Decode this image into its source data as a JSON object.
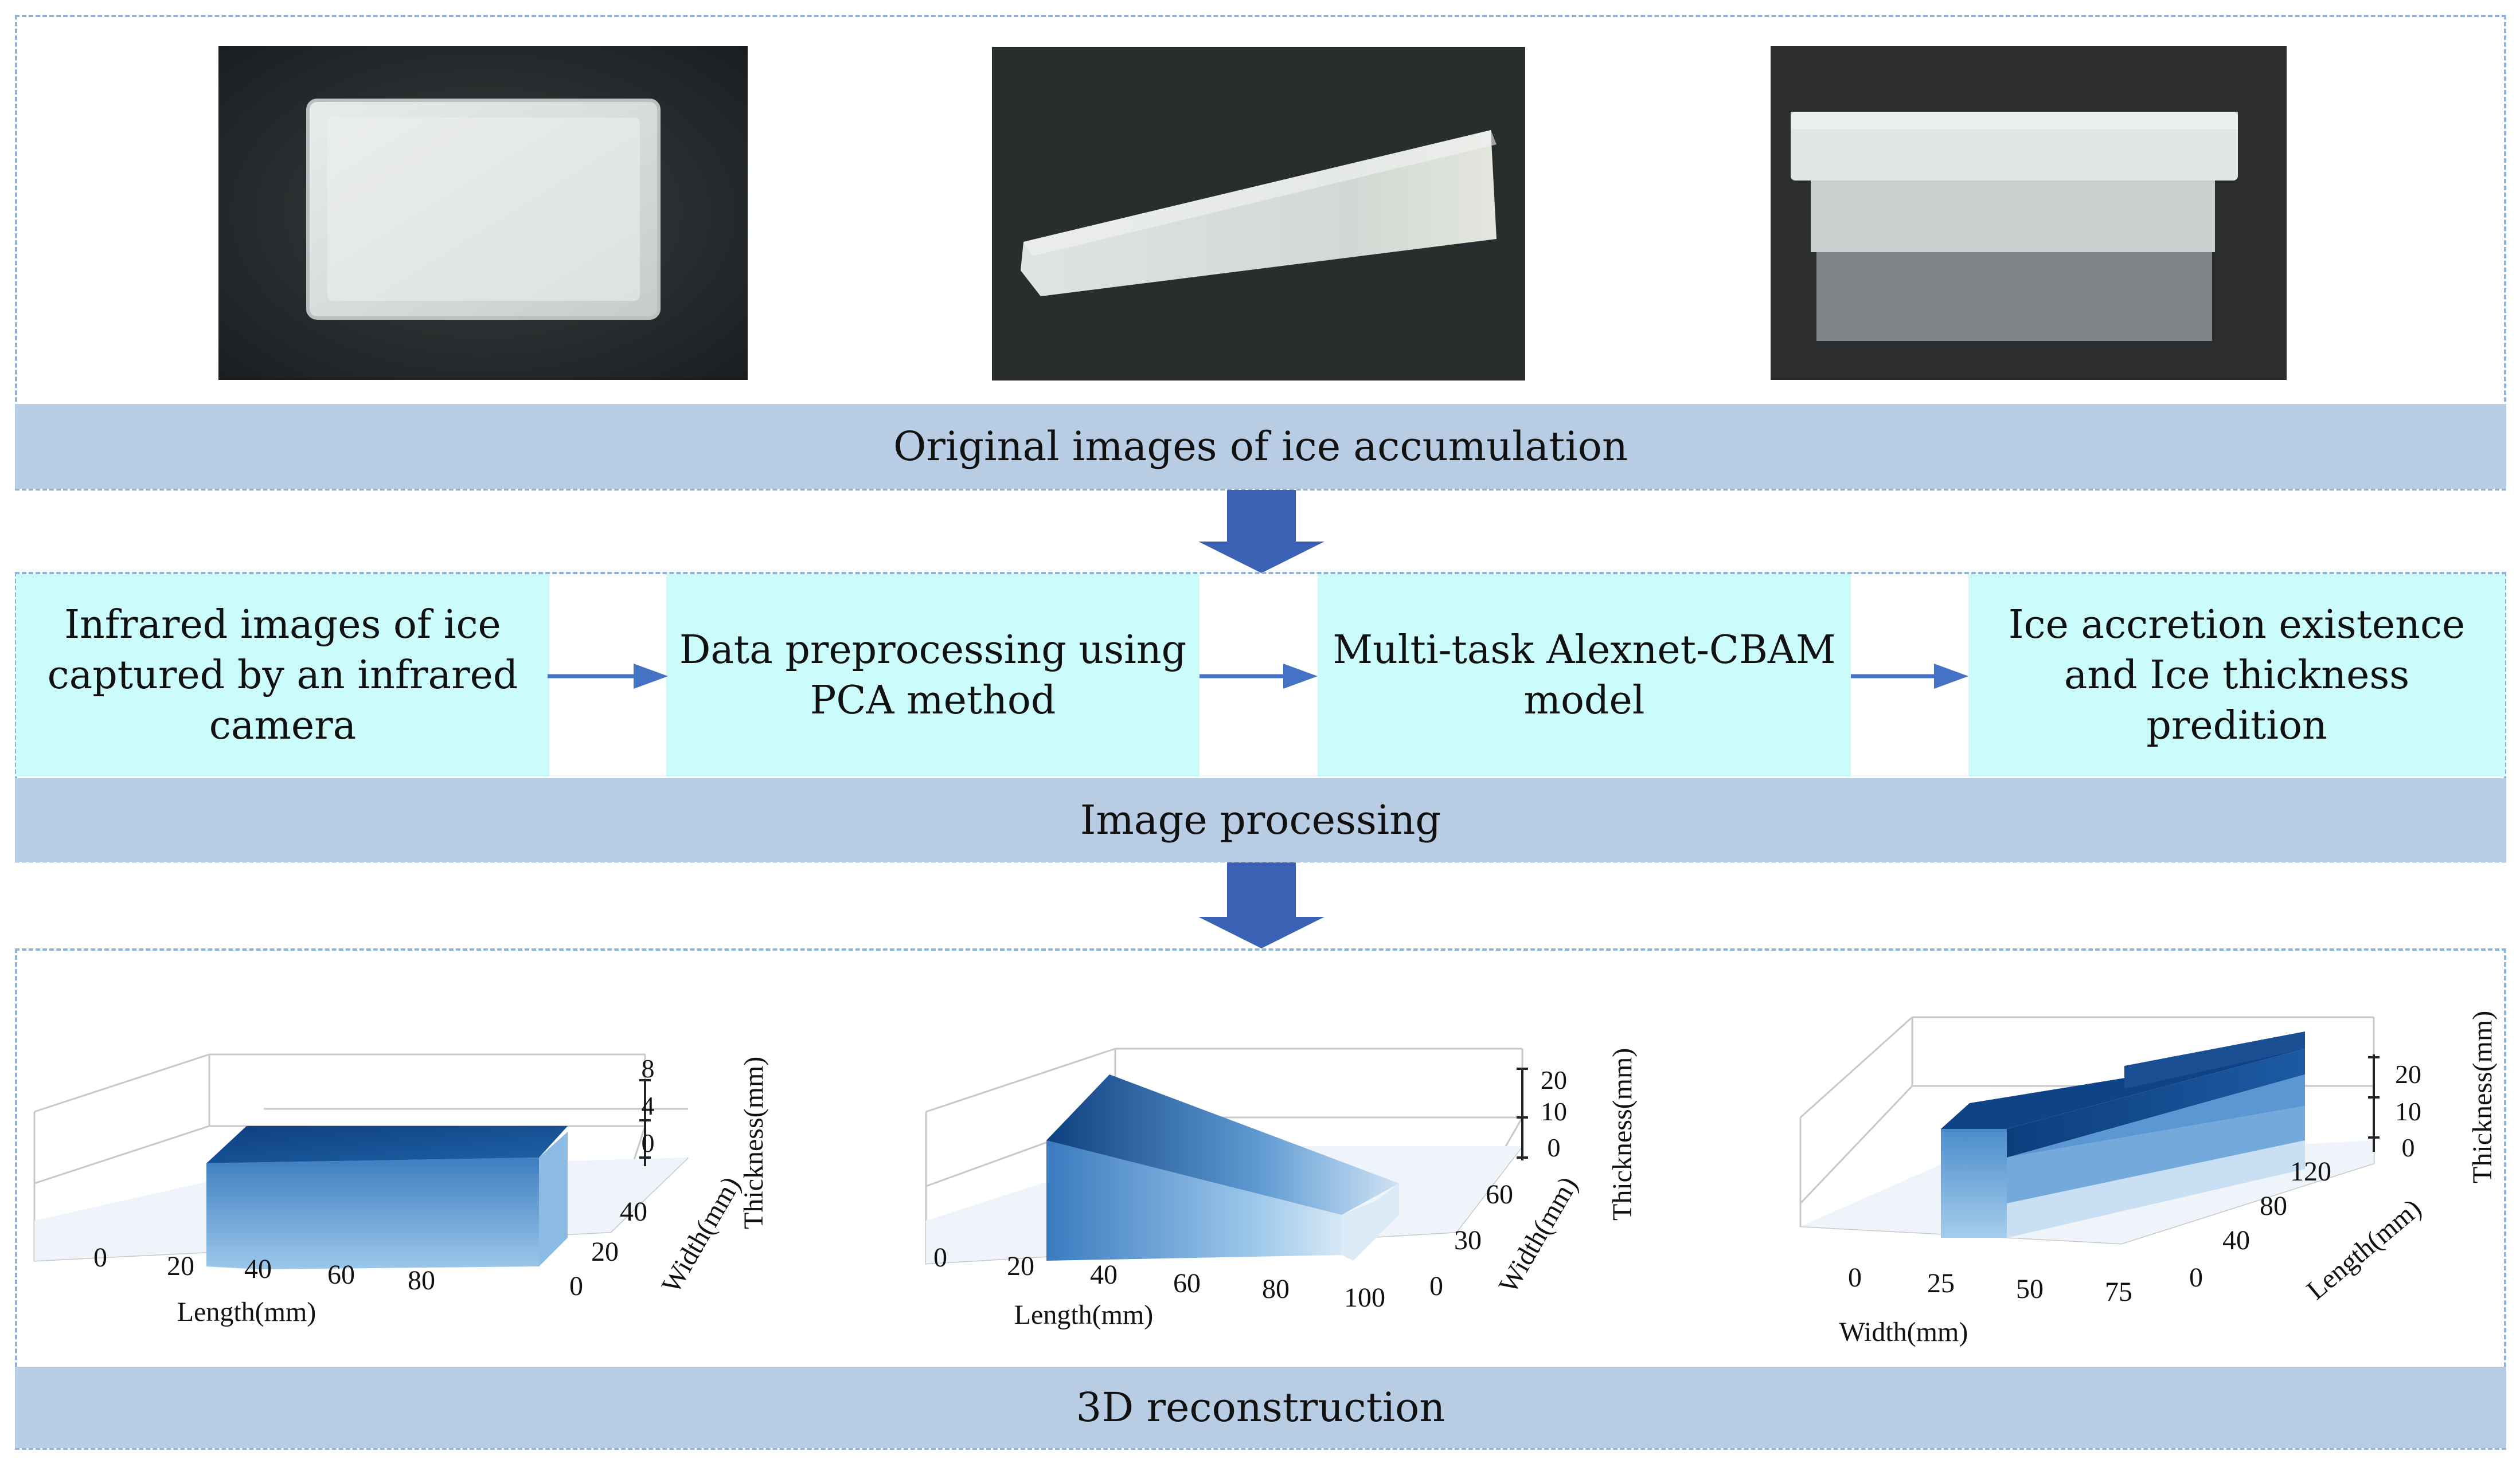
{
  "sections": {
    "original_images": {
      "label": "Original images of ice accumulation"
    },
    "image_processing": {
      "label": "Image processing"
    },
    "reconstruction": {
      "label": "3D reconstruction"
    }
  },
  "process_steps": [
    {
      "text": "Infrared images of ice captured by an infrared camera"
    },
    {
      "text": "Data preprocessing using PCA method"
    },
    {
      "text": "Multi-task Alexnet-CBAM model"
    },
    {
      "text": "Ice accretion existence and Ice thickness predition"
    }
  ],
  "plots": [
    {
      "x_label": "Length(mm)",
      "x_ticks": [
        "0",
        "20",
        "40",
        "60",
        "80"
      ],
      "y_label": "Width(mm)",
      "y_ticks": [
        "0",
        "20",
        "40"
      ],
      "z_label": "Thickness(mm)",
      "z_ticks": [
        "0",
        "4",
        "8"
      ]
    },
    {
      "x_label": "Length(mm)",
      "x_ticks": [
        "0",
        "20",
        "40",
        "60",
        "80",
        "100"
      ],
      "y_label": "Width(mm)",
      "y_ticks": [
        "0",
        "30",
        "60"
      ],
      "z_label": "Thickness(mm)",
      "z_ticks": [
        "0",
        "10",
        "20"
      ]
    },
    {
      "x_label": "Width(mm)",
      "x_ticks": [
        "0",
        "25",
        "50",
        "75"
      ],
      "y_label": "Length(mm)",
      "y_ticks": [
        "0",
        "40",
        "80",
        "120"
      ],
      "z_label": "Thickness(mm)",
      "z_ticks": [
        "0",
        "10",
        "20"
      ]
    }
  ],
  "colors": {
    "band": "#b8cce4",
    "step_box": "#ccfbfb",
    "arrow": "#4472c4",
    "big_arrow": "#3b62b4",
    "frame_border": "#8fb3d6"
  }
}
